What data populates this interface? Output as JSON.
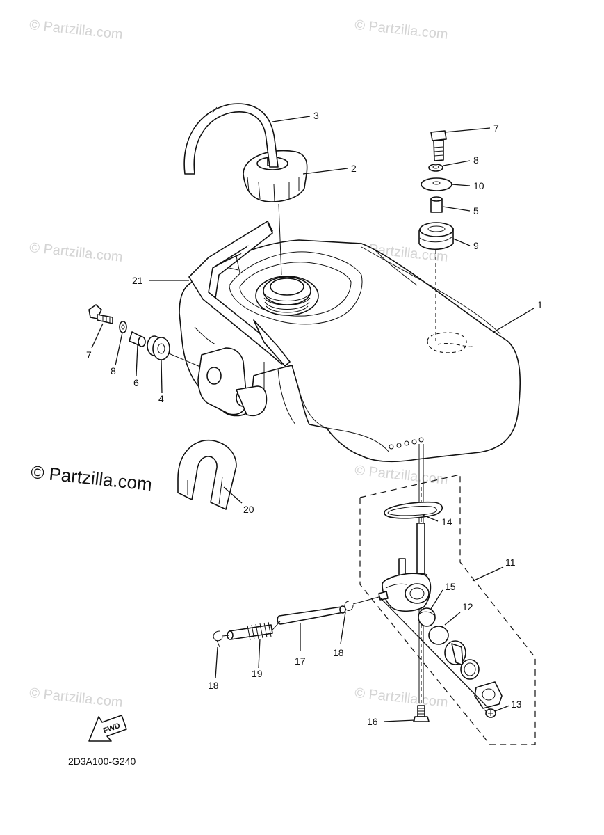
{
  "watermark": {
    "light_text": "© Partzilla.com",
    "strong_text": "© Partzilla.com"
  },
  "diagram_code": "2D3A100-G240",
  "fwd_label": "FWD",
  "callouts": {
    "c1": "1",
    "c2": "2",
    "c3": "3",
    "c4": "4",
    "c5": "5",
    "c6": "6",
    "c7a": "7",
    "c7b": "7",
    "c8a": "8",
    "c8b": "8",
    "c9": "9",
    "c10": "10",
    "c11": "11",
    "c12": "12",
    "c13": "13",
    "c14": "14",
    "c15": "15",
    "c16": "16",
    "c17": "17",
    "c18a": "18",
    "c18b": "18",
    "c19": "19",
    "c20": "20",
    "c21": "21"
  },
  "colors": {
    "line": "#111111",
    "watermark": "#d4d4d4"
  }
}
